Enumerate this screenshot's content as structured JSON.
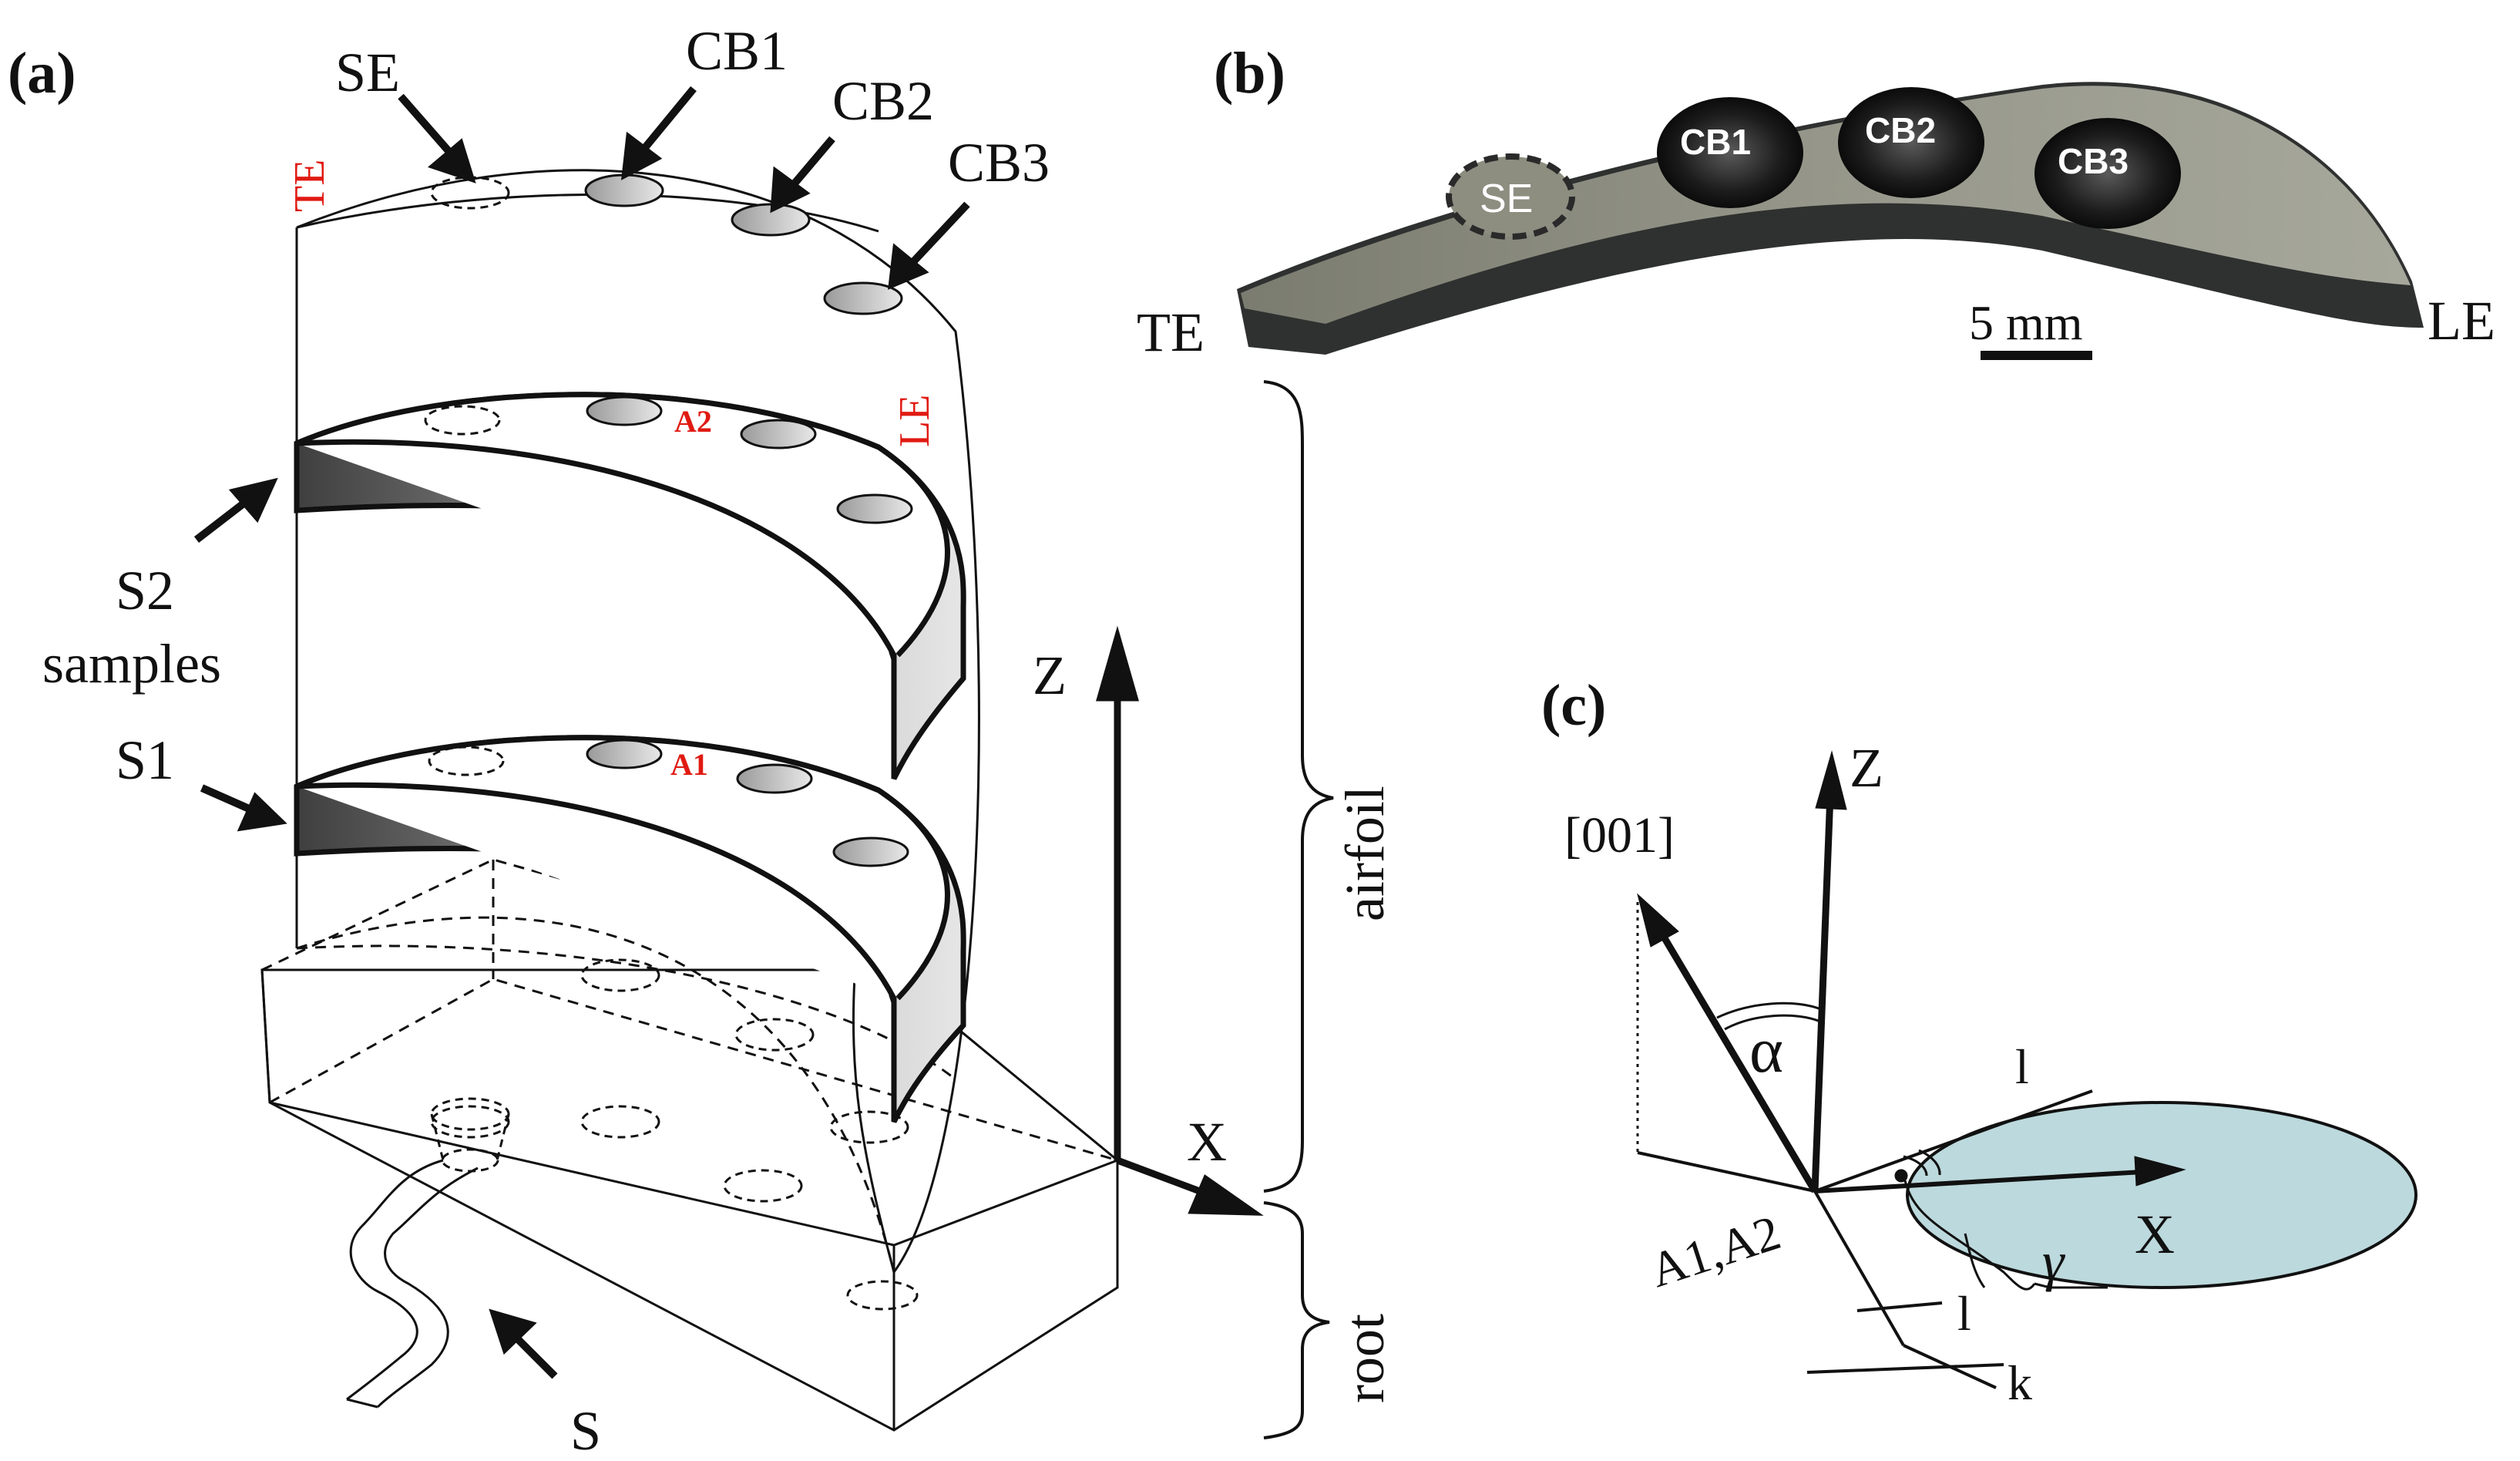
{
  "colors": {
    "stroke": "#111111",
    "red_label": "#e01a12",
    "slab_dark": "#4a4a4a",
    "slab_light": "#d6d6d6",
    "hole_fill": "#c4c4c4",
    "plane_fill": "#bcd9dd",
    "photo_body": "#8d8e80",
    "photo_edge": "#2f3130"
  },
  "panel_a": {
    "label": "(a)",
    "se": "SE",
    "cb1": "CB1",
    "cb2": "CB2",
    "cb3": "CB3",
    "te": "TE",
    "le": "LE",
    "a1": "A1",
    "a2": "A2",
    "s2": "S2",
    "samples": "samples",
    "s1": "S1",
    "z": "Z",
    "x": "X",
    "s": "S",
    "airfoil": "airfoil",
    "root": "root"
  },
  "panel_b": {
    "label": "(b)",
    "se": "SE",
    "cb1": "CB1",
    "cb2": "CB2",
    "cb3": "CB3",
    "te": "TE",
    "le": "LE",
    "scale": "5 mm"
  },
  "panel_c": {
    "label": "(c)",
    "dir": "[001]",
    "z": "Z",
    "x": "X",
    "alpha": "α",
    "gamma": "γ",
    "plane": "A1,A2",
    "l_top": "l",
    "l_bottom": "l",
    "k": "k"
  }
}
